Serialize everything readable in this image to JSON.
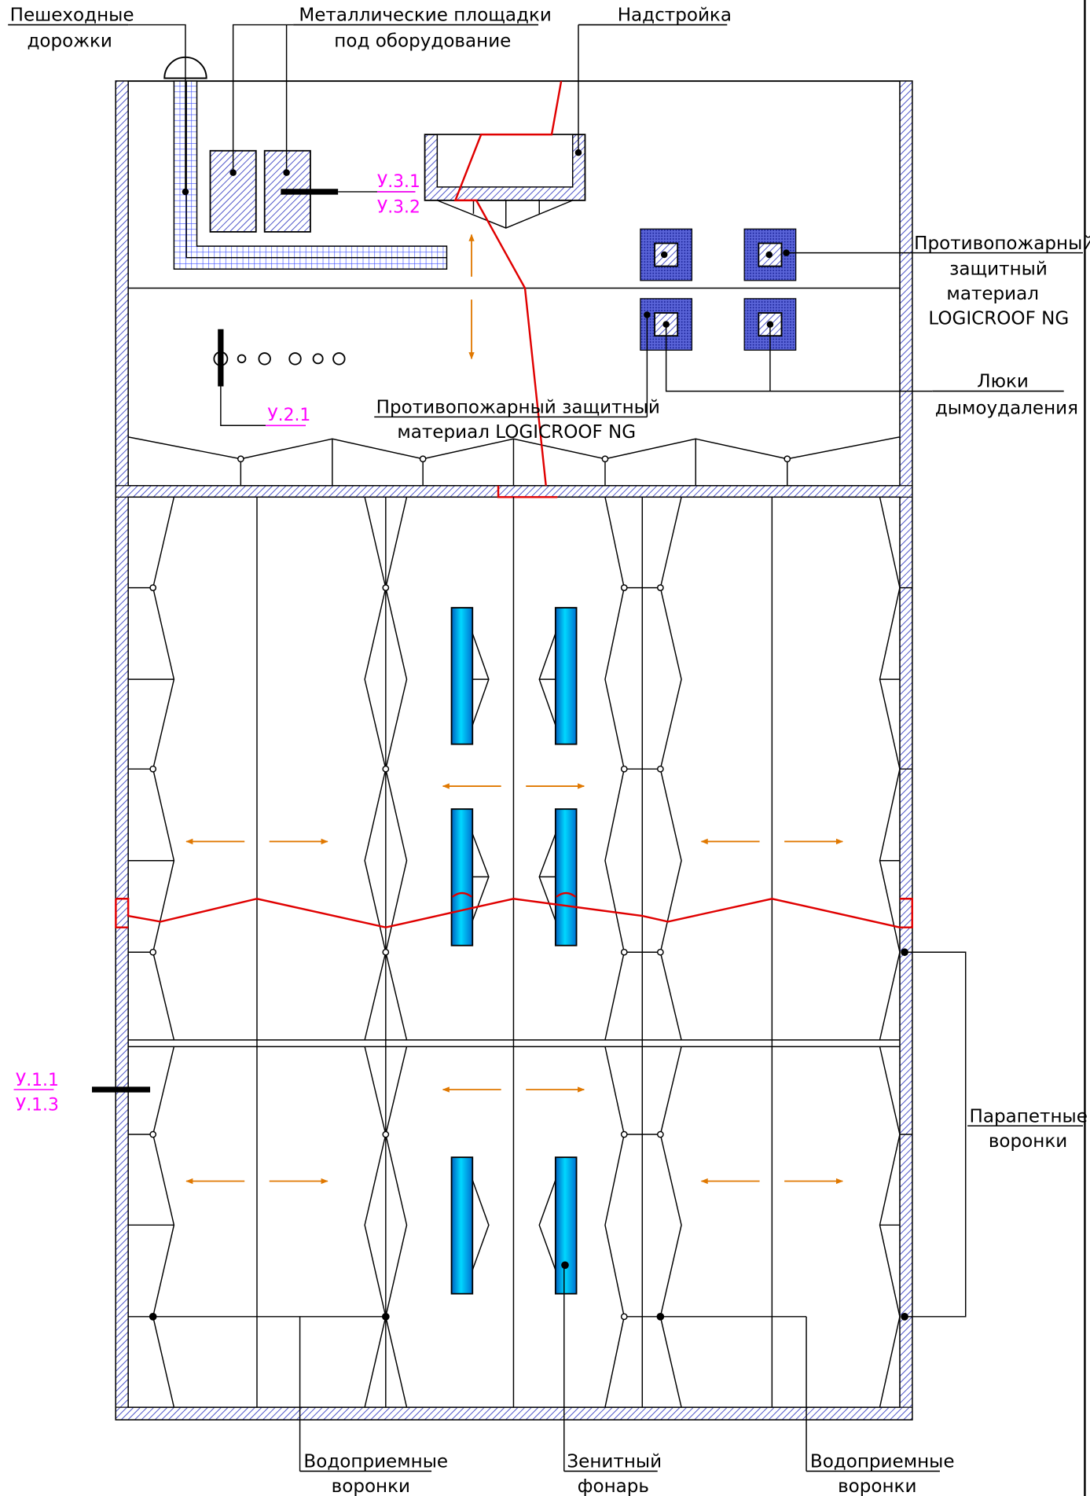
{
  "colors": {
    "wall_hatch": "#4a52c8",
    "walkway": "#3a4cff",
    "skylight": "#00b4f0",
    "arrow": "#e07800",
    "section_marker": "#ff00ff",
    "fire_line": "#e00000"
  },
  "icons": {
    "walkway_end": "semicircle-icon",
    "slope_arrow": "arrow-icon",
    "funnel": "dot-icon"
  },
  "labels": {
    "walkways": [
      "Пешеходные",
      "дорожки"
    ],
    "platforms": [
      "Металлические площадки",
      "под оборудование"
    ],
    "superstructure": "Надстройка",
    "fire_material_right": [
      "Противопожарный",
      "защитный",
      "материал",
      "LOGICROOF NG"
    ],
    "smoke_hatches": [
      "Люки",
      "дымоудаления"
    ],
    "fire_material_center": [
      "Противопожарный защитный",
      "материал LOGICROOF NG"
    ],
    "parapet_funnels": [
      "Парапетные",
      "воронки"
    ],
    "drain_funnels_left": [
      "Водоприемные",
      "воронки"
    ],
    "skylight": [
      "Зенитный",
      "фонарь"
    ],
    "drain_funnels_right": [
      "Водоприемные",
      "воронки"
    ]
  },
  "markers": {
    "u31": "У.3.1",
    "u32": "У.3.2",
    "u21": "У.2.1",
    "u11": "У.1.1",
    "u13": "У.1.3"
  }
}
